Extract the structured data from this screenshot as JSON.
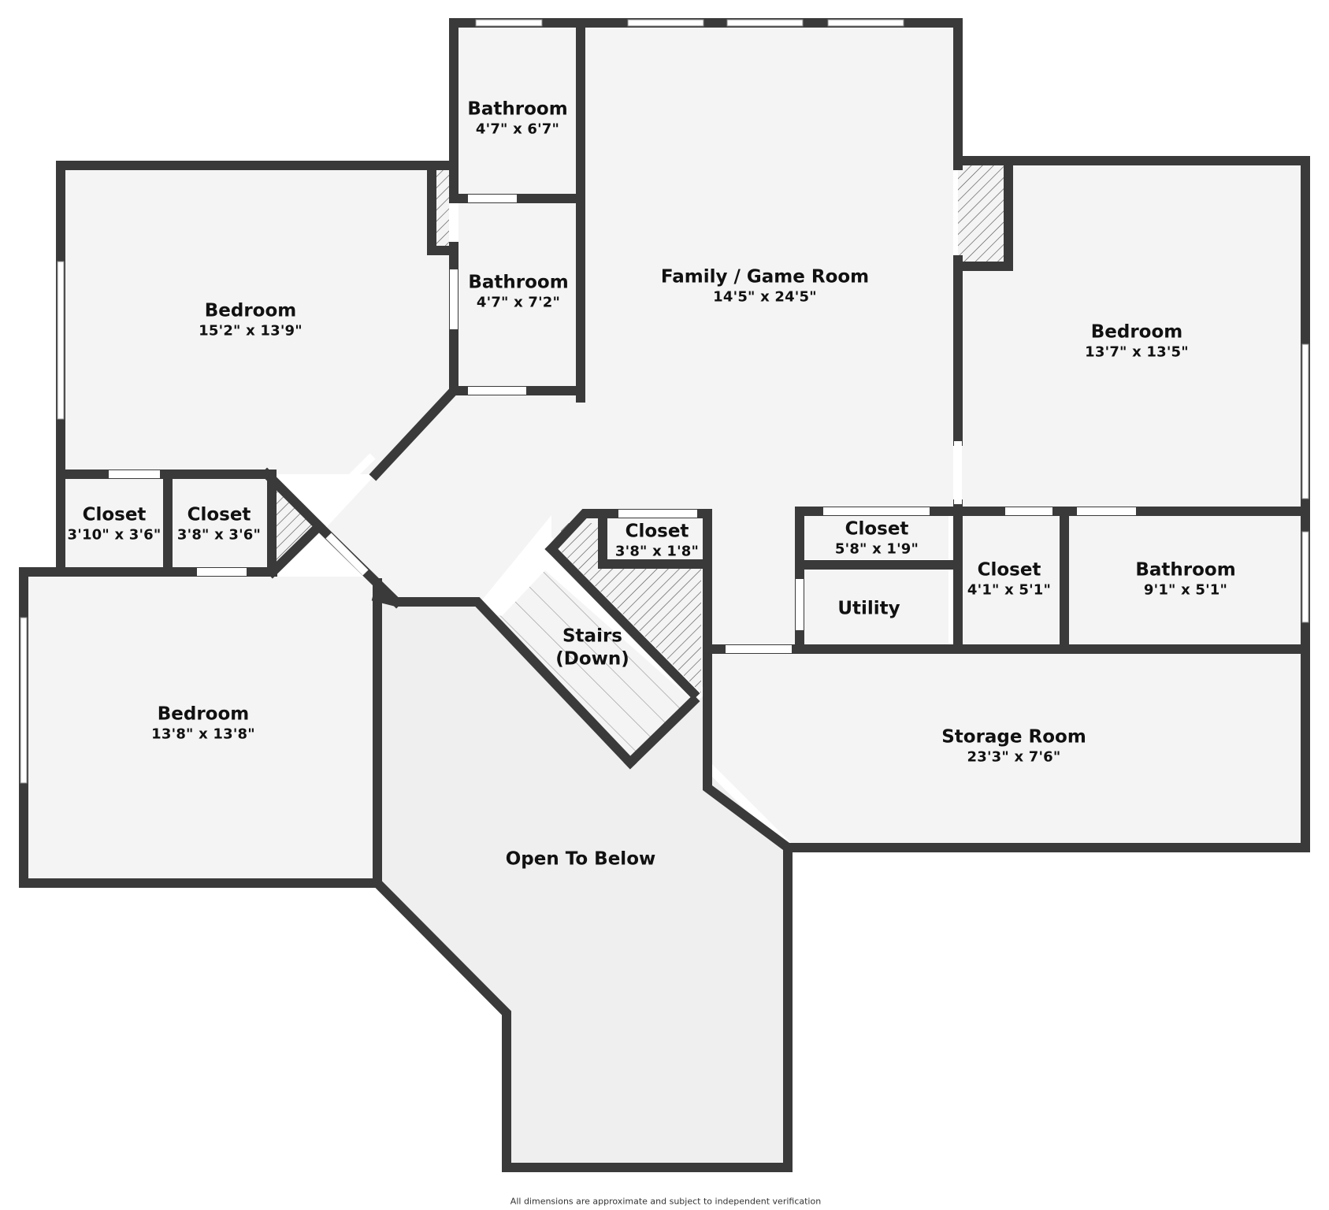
{
  "floorplan": {
    "rooms": [
      {
        "id": "bathroom-top",
        "name": "Bathroom",
        "dimensions": "4'7\" x 6'7\""
      },
      {
        "id": "bathroom-mid",
        "name": "Bathroom",
        "dimensions": "4'7\" x 7'2\""
      },
      {
        "id": "family-game-room",
        "name": "Family / Game Room",
        "dimensions": "14'5\" x 24'5\""
      },
      {
        "id": "bedroom-left",
        "name": "Bedroom",
        "dimensions": "15'2\" x 13'9\""
      },
      {
        "id": "bedroom-right",
        "name": "Bedroom",
        "dimensions": "13'7\" x 13'5\""
      },
      {
        "id": "closet-left-1",
        "name": "Closet",
        "dimensions": "3'10\" x 3'6\""
      },
      {
        "id": "closet-left-2",
        "name": "Closet",
        "dimensions": "3'8\" x 3'6\""
      },
      {
        "id": "closet-stairs",
        "name": "Closet",
        "dimensions": "3'8\" x 1'8\""
      },
      {
        "id": "closet-utility",
        "name": "Closet",
        "dimensions": "5'8\" x 1'9\""
      },
      {
        "id": "utility",
        "name": "Utility",
        "dimensions": ""
      },
      {
        "id": "closet-right",
        "name": "Closet",
        "dimensions": "4'1\" x 5'1\""
      },
      {
        "id": "bathroom-right",
        "name": "Bathroom",
        "dimensions": "9'1\" x 5'1\""
      },
      {
        "id": "stairs",
        "name": "Stairs",
        "dimensions": "(Down)"
      },
      {
        "id": "bedroom-bottom-left",
        "name": "Bedroom",
        "dimensions": "13'8\" x 13'8\""
      },
      {
        "id": "storage-room",
        "name": "Storage Room",
        "dimensions": "23'3\" x 7'6\""
      },
      {
        "id": "open-to-below",
        "name": "Open To Below",
        "dimensions": ""
      }
    ],
    "disclaimer": "All dimensions are approximate and subject to independent verification",
    "colors": {
      "wall": "#3a3a3a",
      "room": "#f4f4f4",
      "open": "#efefef",
      "background": "#ffffff"
    }
  }
}
